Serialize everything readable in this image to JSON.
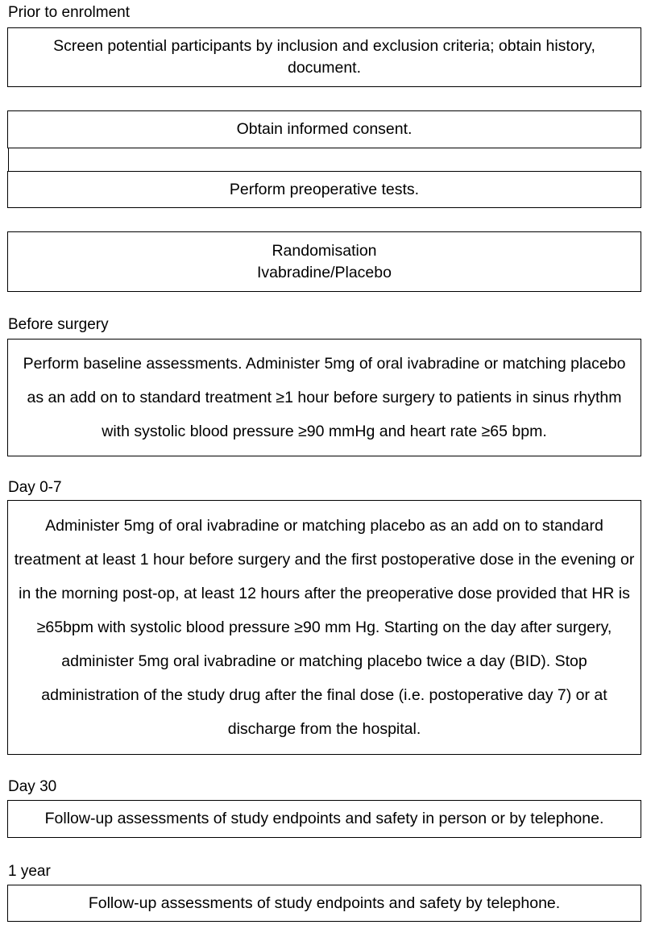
{
  "colors": {
    "background": "#ffffff",
    "text": "#000000",
    "border": "#000000"
  },
  "sections": {
    "prior": {
      "label": "Prior to enrolment",
      "screen": "Screen potential participants by inclusion and exclusion criteria; obtain history, document.",
      "consent": "Obtain informed consent.",
      "tests": "Perform preoperative tests.",
      "randomisation_line1": "Randomisation",
      "randomisation_line2": "Ivabradine/Placebo"
    },
    "before_surgery": {
      "label": "Before surgery",
      "text": "Perform baseline assessments. Administer 5mg of oral ivabradine or matching placebo as an add on to standard treatment ≥1 hour before surgery to patients in sinus rhythm with systolic blood pressure ≥90 mmHg and heart rate ≥65 bpm."
    },
    "day0_7": {
      "label": "Day 0-7",
      "text": "Administer 5mg of oral ivabradine or matching placebo as an add on to standard treatment at least 1 hour before surgery and the first postoperative dose in the evening or in the morning post-op, at least 12 hours after the preoperative dose provided that HR is ≥65bpm with systolic blood pressure ≥90 mm Hg. Starting on the day after surgery, administer 5mg oral ivabradine or matching placebo twice a day (BID). Stop administration of the study drug after the final dose (i.e. postoperative day 7) or at discharge from the hospital."
    },
    "day30": {
      "label": "Day 30",
      "text": "Follow-up assessments of study endpoints and safety in person or by telephone."
    },
    "year1": {
      "label": "1 year",
      "text": "Follow-up assessments of study endpoints and safety by telephone."
    }
  }
}
